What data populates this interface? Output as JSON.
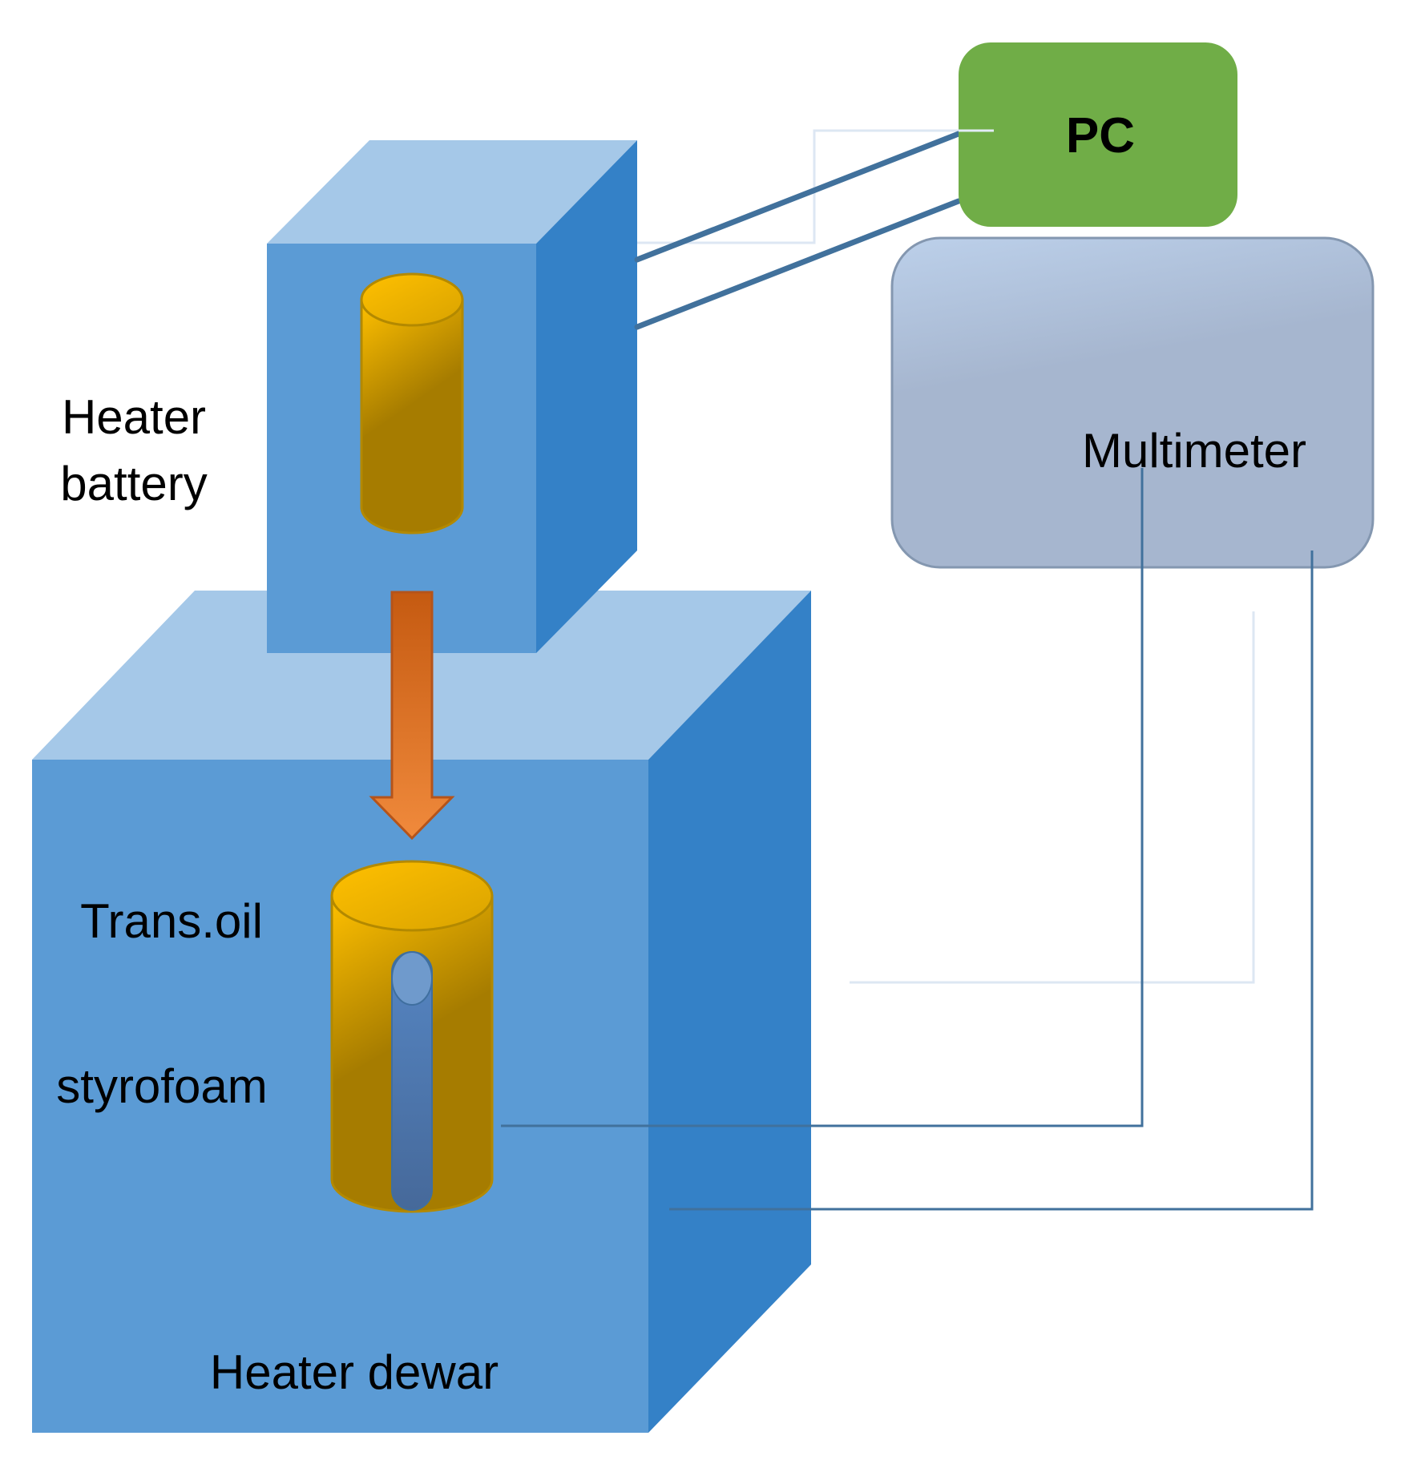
{
  "diagram": {
    "colors": {
      "cube_front": "#5b9bd5",
      "cube_top": "#a5c8e8",
      "cube_side": "#3481c7",
      "cylinder_light": "#ffc000",
      "cylinder_dark": "#a67c00",
      "arrow": "#e97c35",
      "pc_fill": "#70ad47",
      "multimeter_fill": "#b4c7e7",
      "wire": "#41719c"
    },
    "labels": {
      "pc": "PC",
      "multimeter": "Multimeter",
      "heater_battery_line1": "Heater",
      "heater_battery_line2": "battery",
      "trans_oil": "Trans.oil",
      "styrofoam": "styrofoam",
      "heater_dewar": "Heater dewar"
    }
  }
}
